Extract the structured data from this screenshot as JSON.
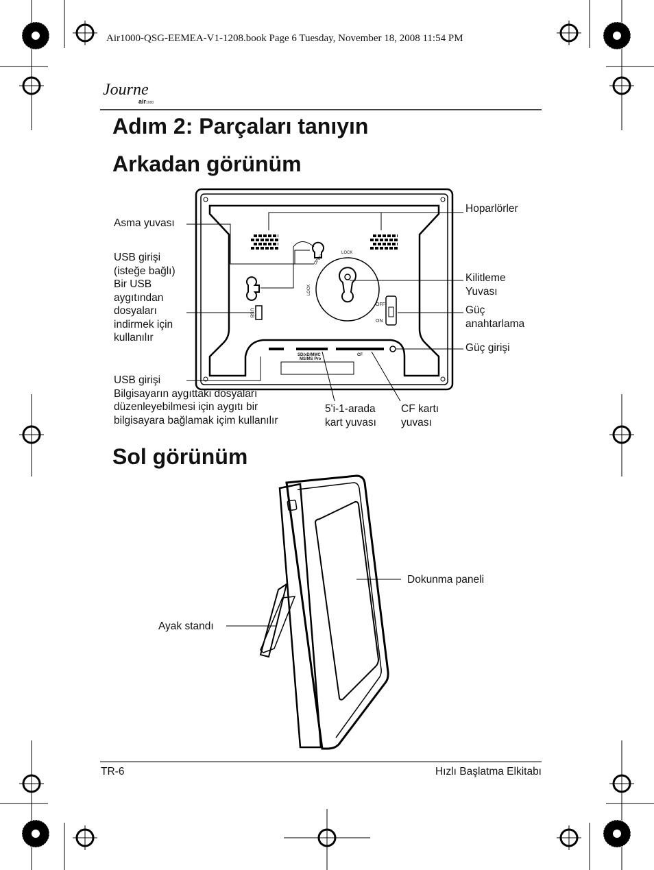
{
  "print_header": "Air1000-QSG-EEMEA-V1-1208.book  Page 6  Tuesday, November 18, 2008  11:54 PM",
  "logo": {
    "script": "Journe",
    "sub": "air",
    "sub_small": "1000"
  },
  "title": "Adım 2: Parçaları tanıyın",
  "sections": {
    "rear": "Arkadan görünüm",
    "left": "Sol görünüm"
  },
  "rear_labels": {
    "hanger": "Asma yuvası",
    "speakers": "Hoparlörler",
    "usb_host_title": "USB girişi",
    "usb_host_optional": "(isteğe bağlı)",
    "usb_host_desc": [
      "Bir USB",
      "aygıtından",
      "dosyaları",
      "indirmek için",
      "kullanılır"
    ],
    "lock_slot": [
      "Kilitleme",
      "Yuvası"
    ],
    "power_switch": [
      "Güç",
      "anahtarlama"
    ],
    "power_input": "Güç girişi",
    "usb_device_title": "USB girişi",
    "usb_device_desc": [
      "Bilgisayarın aygıttaki dosyaları",
      "düzenleyebilmesi için aygıtı bir",
      "bilgisayara bağlamak içim kullanılır"
    ],
    "card_5in1": [
      "5'i-1-arada",
      "kart yuvası"
    ],
    "cf_slot": [
      "CF kartı",
      "yuvası"
    ]
  },
  "device_marks": {
    "open": "OPEN",
    "lock_top": "LOCK",
    "lock_left": "LOCK",
    "off": "OFF",
    "on": "ON",
    "usb": "USB",
    "sd_line1": "SD/xD/MMC",
    "sd_line2": "MS/MS Pro",
    "cf": "CF"
  },
  "side_labels": {
    "touch_panel": "Dokunma paneli",
    "stand": "Ayak standı"
  },
  "footer": {
    "page": "TR-6",
    "guide": "Hızlı Başlatma Elkitabı"
  }
}
